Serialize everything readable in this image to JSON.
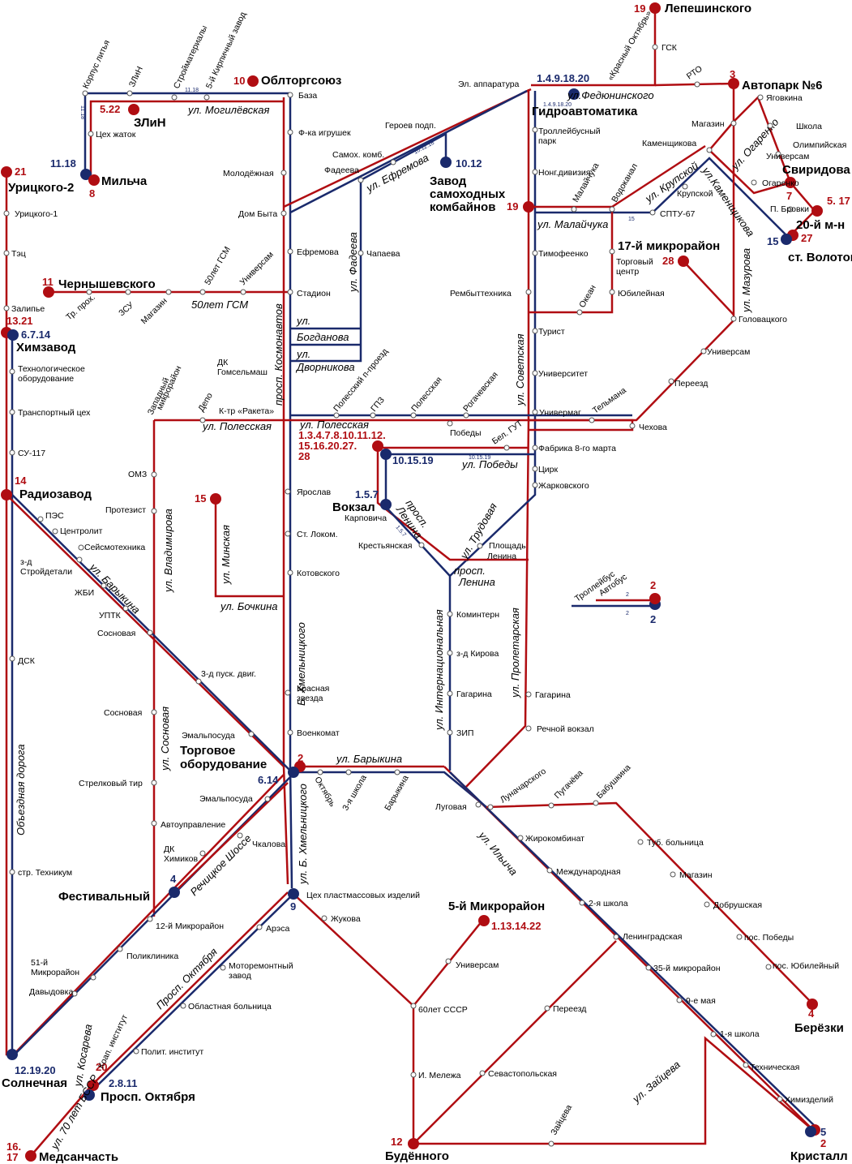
{
  "colors": {
    "trolleybus": "#1a2a6c",
    "bus": "#b00d12"
  },
  "terminals": [
    {
      "id": "lepeshinskogo",
      "name": "Лепешинского",
      "routes": "19",
      "color": "red"
    },
    {
      "id": "oblt",
      "name": "Облторгсоюз",
      "routes": "10",
      "color": "red"
    },
    {
      "id": "zlin",
      "name": "ЗЛиН",
      "routes": "5.22",
      "color": "red"
    },
    {
      "id": "milcha",
      "name": "Мильча",
      "routes": "11.18",
      "routes2": "8",
      "color": "blue"
    },
    {
      "id": "uritskogo2",
      "name": "Урицкого-2",
      "routes": "21",
      "color": "red"
    },
    {
      "id": "chern",
      "name": "Чернышевского",
      "routes": "11",
      "color": "red"
    },
    {
      "id": "khimzavod",
      "name": "Химзавод",
      "routes": "13.21",
      "routes2": "6.7.14",
      "color": "blue"
    },
    {
      "id": "radiozavod",
      "name": "Радиозавод",
      "routes": "14",
      "color": "red"
    },
    {
      "id": "gidro",
      "name": "Гидроавтоматика",
      "routes": "1.4.9.18.20",
      "color": "blue"
    },
    {
      "id": "zsk",
      "name": "Завод самоходных комбайнов",
      "routes": "10.12",
      "color": "blue"
    },
    {
      "id": "avtopark",
      "name": "Автопарк №6",
      "routes": "3",
      "color": "red"
    },
    {
      "id": "sviridova",
      "name": "Свиридова",
      "routes": "7",
      "color": "red"
    },
    {
      "id": "mn20",
      "name": "20-й м-н",
      "routes": "5. 17",
      "color": "red"
    },
    {
      "id": "volotova",
      "name": "ст. Волотова",
      "routes": "15",
      "routes2": "27",
      "color": "blue"
    },
    {
      "id": "mr17",
      "name": "17-й микрорайон",
      "routes": "28",
      "color": "red"
    },
    {
      "id": "vokzal",
      "name": "Вокзал",
      "routes": "1.5.7",
      "color": "blue"
    },
    {
      "id": "torg",
      "name": "Торговое оборудование",
      "routes": "2",
      "routes2": "6.14",
      "color": "red"
    },
    {
      "id": "festival",
      "name": "Фестивальный",
      "routes": "4",
      "color": "blue"
    },
    {
      "id": "solnechnaya",
      "name": "Солнечная",
      "routes": "12.19.20",
      "color": "blue"
    },
    {
      "id": "prospokt",
      "name": "Просп. Октября",
      "routes": "20",
      "routes2": "2.8.11",
      "color": "blue"
    },
    {
      "id": "medsanch",
      "name": "Медсанчасть",
      "routes": "16. 17",
      "color": "red"
    },
    {
      "id": "mr5",
      "name": "5-й Микрорайон",
      "routes": "1.13.14.22",
      "color": "red"
    },
    {
      "id": "budennogo",
      "name": "Будённого",
      "routes": "12",
      "color": "red"
    },
    {
      "id": "berezki",
      "name": "Берёзки",
      "routes": "4",
      "color": "red"
    },
    {
      "id": "kristall",
      "name": "Кристалл",
      "routes": "5",
      "routes2": "2",
      "color": "blue"
    }
  ],
  "central": {
    "polesskaya_routes": "1.3.4.7.8.10.11.12.",
    "polesskaya_routes2": "15.16.20.27.",
    "polesskaya_routes3": "28",
    "pobedy_routes": "10.15.19",
    "minsk_route": "15",
    "mr19": "19",
    "cplast": "9"
  },
  "streets": {
    "mogil": "ул. Могилёвская",
    "efremova": "ул. Ефремова",
    "fadeeva": "ул. Фадеева",
    "fedyuninskogo": "ул.Федюнинского",
    "malaychuka": "ул. Малайчука",
    "krupskoy": "ул. Крупской",
    "ogarenko": "ул. Огаренко",
    "kamenshchikova": "ул.Каменщикова",
    "mazurova": "ул. Мазурова",
    "gsm50": "50лет ГСМ",
    "kosmonavtov": "просп. Космонавтов",
    "bogdanova": "Богданова",
    "dvornikova": "Дворникова",
    "ul": "ул.",
    "polesskaya": "ул. Полесская",
    "polesskaya2": "ул. Полесская",
    "sovetskaya": "ул. Советская",
    "pobedy": "ул. Победы",
    "trudovaya": "ул. Трудовая",
    "lenina": "просп. Ленина",
    "lenina2": "просп.\nЛенина",
    "minskaya": "ул. Минская",
    "bochkina": "ул. Бочкина",
    "vladimirova": "ул. Владимирова",
    "barykina": "ул. Барыкина",
    "barykina2": "ул. Барыкина",
    "khmelnitskogo": "Б. Хмельницкого",
    "khmelnitskogo2": "ул. Б. Хмельницкого",
    "internatsionalnaya": "ул. Интернациональная",
    "proletarskaya": "ул. Пролетарская",
    "sosnovaya": "ул. Сосновая",
    "obezdnaya": "Объездная дорога",
    "rechitskoe": "Речицкое Шоссе",
    "oktyabrya": "Просп. Октября",
    "kosareva": "ул. Косарева",
    "let70": "ул. 70 лет БССР",
    "ilyicha": "ул. Ильича",
    "zaytseva": "ул. Зайцева"
  },
  "legend": {
    "trolleybus": "Троллейбус",
    "bus": "Автобус",
    "num": "2"
  },
  "stops": [
    "ГСК",
    "РТО",
    "Яговкина",
    "Магазин",
    "Школа",
    "Олимпийская",
    "Универсам",
    "Каменщикова",
    "Огаренко",
    "Крупской",
    "П. Бровки",
    "Водоканал",
    "Малайчука",
    "СПТУ-67",
    "Эл. аппаратура",
    "«Красный Октябрь»",
    "Троллейбусный парк",
    "Нонг.дивизия",
    "Тимофеенко",
    "Торговый центр",
    "Юбилейная",
    "Рембыттехника",
    "Океан",
    "Головацкого",
    "Турист",
    "Университет",
    "Универсам",
    "Переезд",
    "Универмаг",
    "Тельмана",
    "Чехова",
    "Фабрика 8-го марта",
    "Цирк",
    "Жарковского",
    "Бел. ГУТ",
    "Победы",
    "Героев подп.",
    "Самох. комб.",
    "Фадеева",
    "Чапаева",
    "База",
    "Ф-ка игрушек",
    "Молодёжная",
    "Дом Быта",
    "Ефремова",
    "Стадион",
    "ДК Гомсельмаш",
    "Корпус литья",
    "ЗЛиН",
    "Стройматериалы",
    "5-й Кирпичный завод",
    "Цех жаток",
    "Урицкого-1",
    "Тэц",
    "Залипье",
    "Тр. прох.",
    "ЗСУ",
    "Магазин",
    "50лет ГСМ",
    "Универсам",
    "Технологическое оборудование",
    "Транспортный цех",
    "СУ-117",
    "ПЭС",
    "Центролит",
    "з-д Стройдетали",
    "Сейсмотехника",
    "ЖБИ",
    "УПТК",
    "Сосновая",
    "ДСК",
    "3-д пуск. двиг.",
    "Запад­ный микрорайон",
    "Депо",
    "К-тр «Ракета»",
    "Полесский п-проезд",
    "ГПЗ",
    "Полесская",
    "Рогачевская",
    "ОМЗ",
    "Протезист",
    "Ярослав",
    "Ст. Локом.",
    "Котовского",
    "Красная звезда",
    "Военкомат",
    "Карповича",
    "Крестьянская",
    "Площадь Ленина",
    "Коминтерн",
    "з-д Кирова",
    "Гагарина",
    "ЗИП",
    "Гагарина",
    "Речной вокзал",
    "Сосновая",
    "Эмальпосуда",
    "Стрелковый тир",
    "Эмальпосуда",
    "Автоуправление",
    "ДК Химиков",
    "Чкалова",
    "Октябрь",
    "3-я школа",
    "Барыкина",
    "Луговая",
    "Луначарского",
    "Пугачёва",
    "Бабушкина",
    "Жирокомбинат",
    "Туб. больница",
    "Международная",
    "Магазин",
    "2-я школа",
    "Добрушская",
    "Ленинградская",
    "пос. Победы",
    "35-й микрорайон",
    "пос. Юбилейный",
    "9-е мая",
    "1-я школа",
    "Техническая",
    "Химизделий",
    "Цех пластмассовых изделий",
    "Жукова",
    "Арэса",
    "Моторемонтный завод",
    "Областная больница",
    "Полит. институт",
    "Коап. институт",
    "12-й Микрорайон",
    "Поликлиника",
    "51-й Микрорайон",
    "Давыдовка",
    "стр. Техникум",
    "Универсам",
    "60лет СССР",
    "И. Мележа",
    "Переезд",
    "Севастопольская",
    "Зайцева"
  ]
}
